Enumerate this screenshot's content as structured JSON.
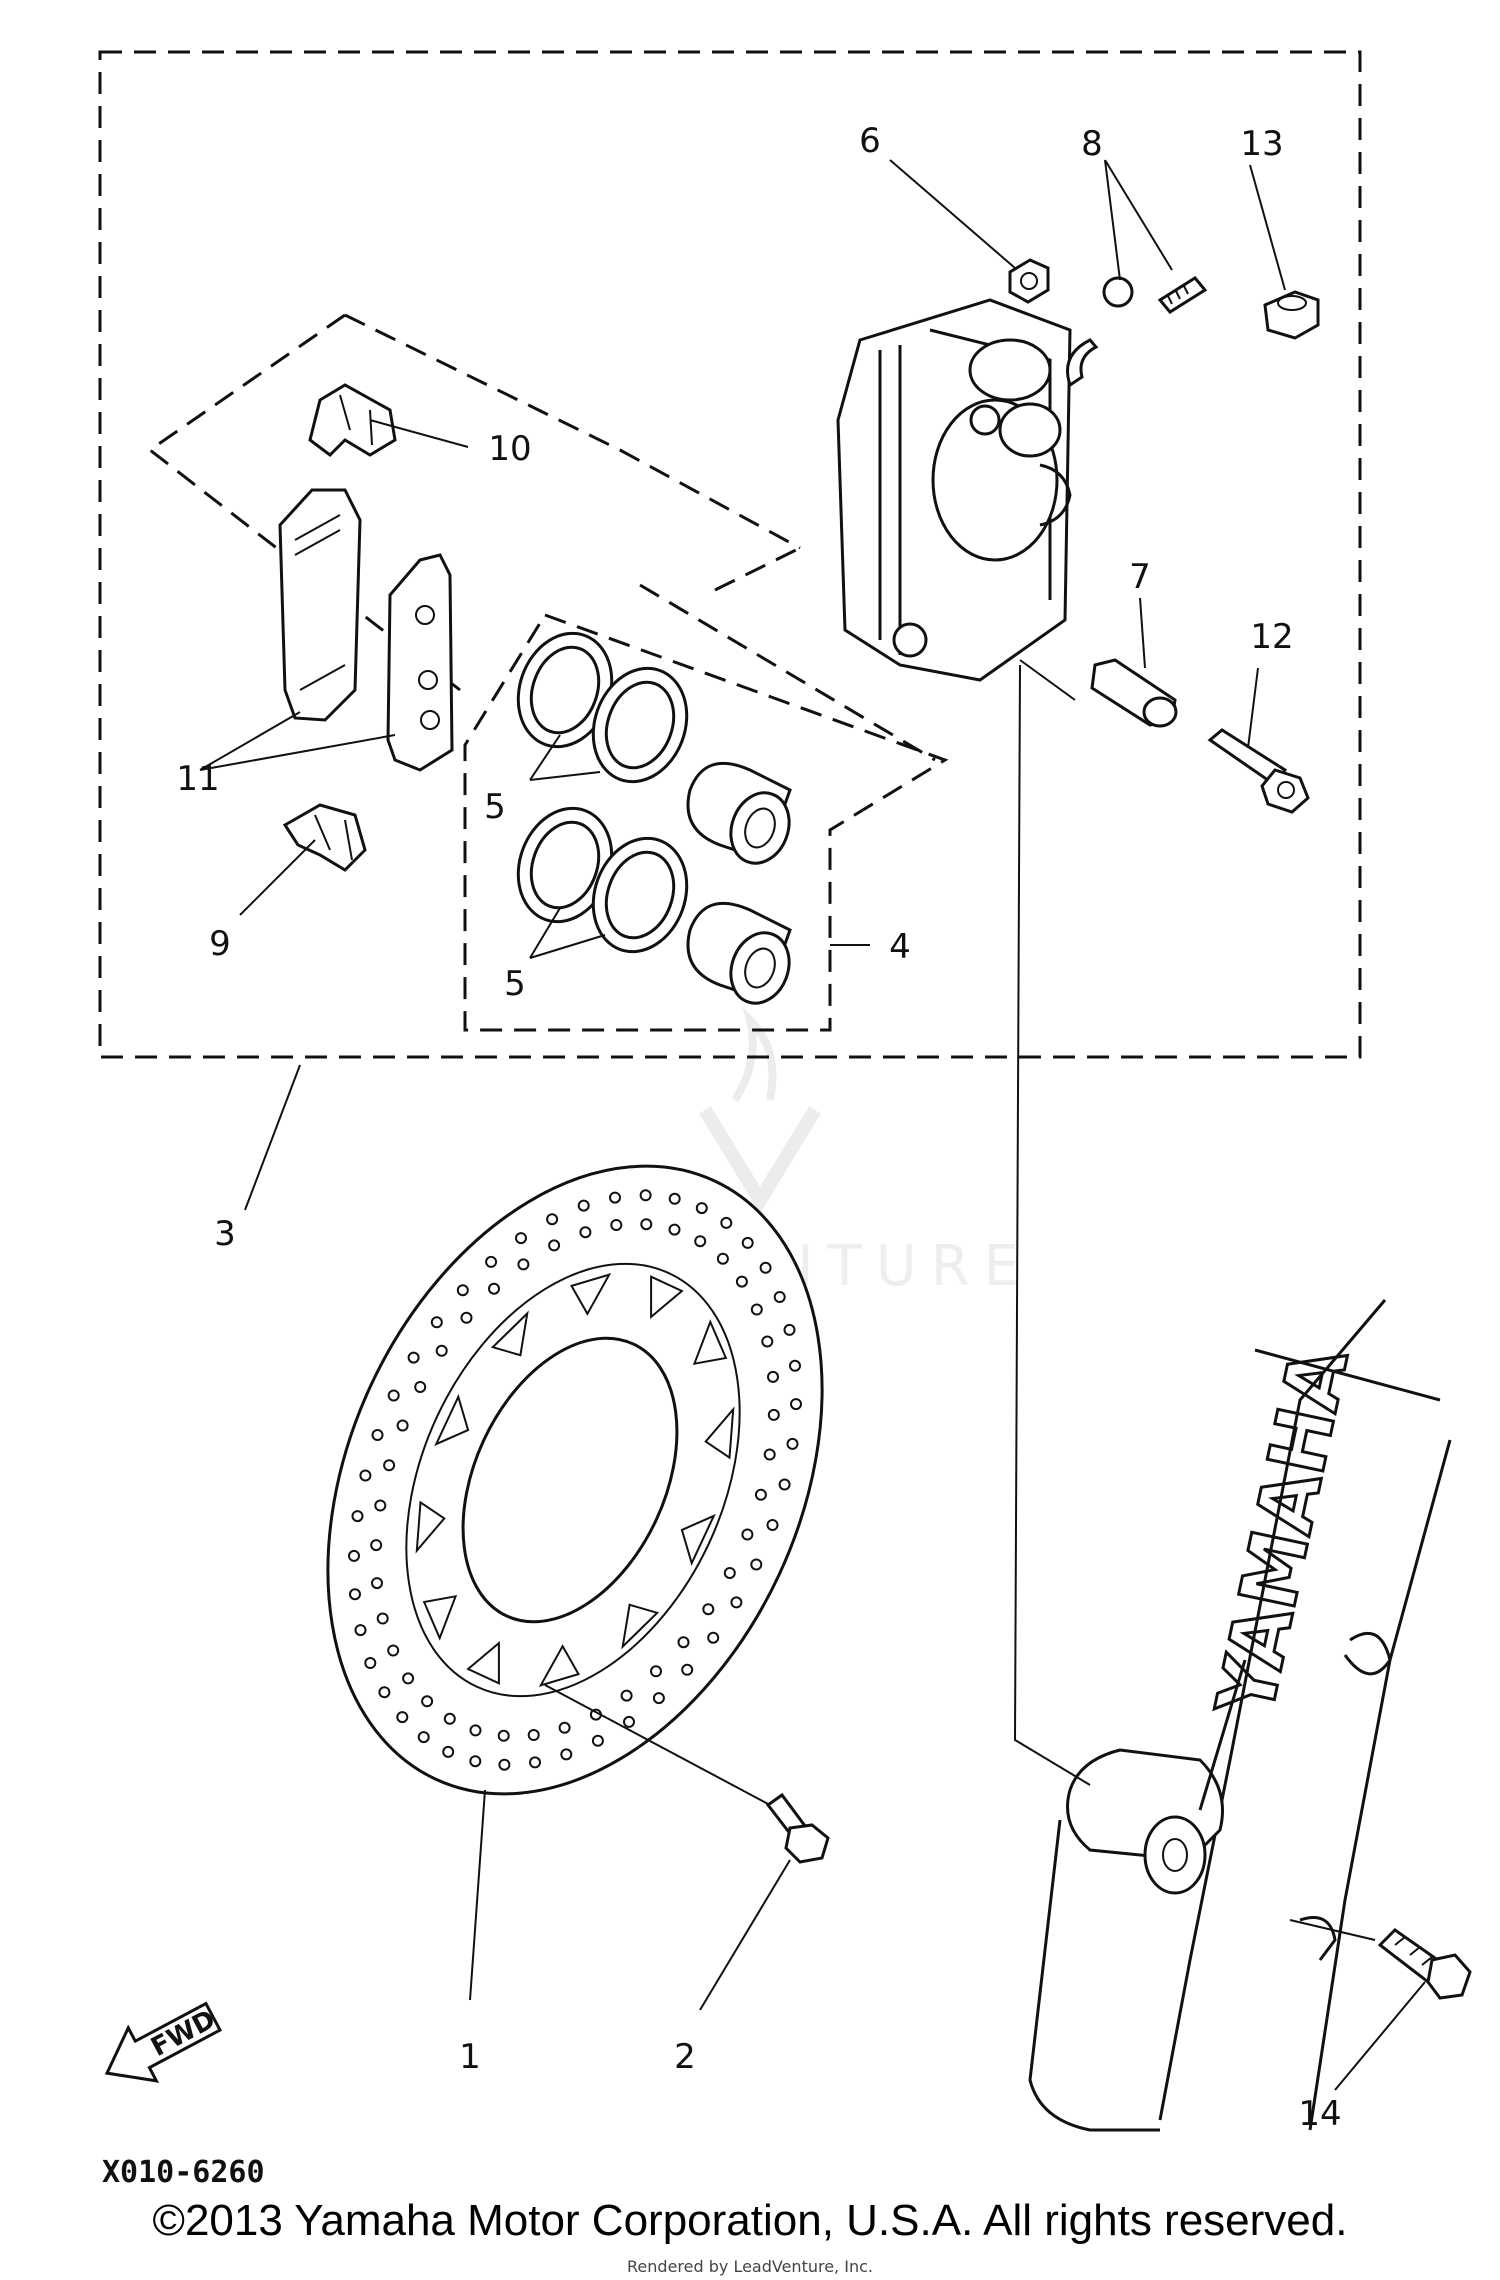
{
  "callouts": {
    "n1": "1",
    "n2": "2",
    "n3": "3",
    "n4": "4",
    "n5a": "5",
    "n5b": "5",
    "n6": "6",
    "n7": "7",
    "n8": "8",
    "n9": "9",
    "n10": "10",
    "n11": "11",
    "n12": "12",
    "n13": "13",
    "n14": "14"
  },
  "fork_brand": "YAMAHA",
  "fwd_label": "FWD",
  "diagram_code": "X010-6260",
  "watermark": "LEADVENTURE",
  "copyright": "©2013 Yamaha Motor Corporation, U.S.A. All rights reserved.",
  "fine_print": "Rendered by LeadVenture, Inc."
}
